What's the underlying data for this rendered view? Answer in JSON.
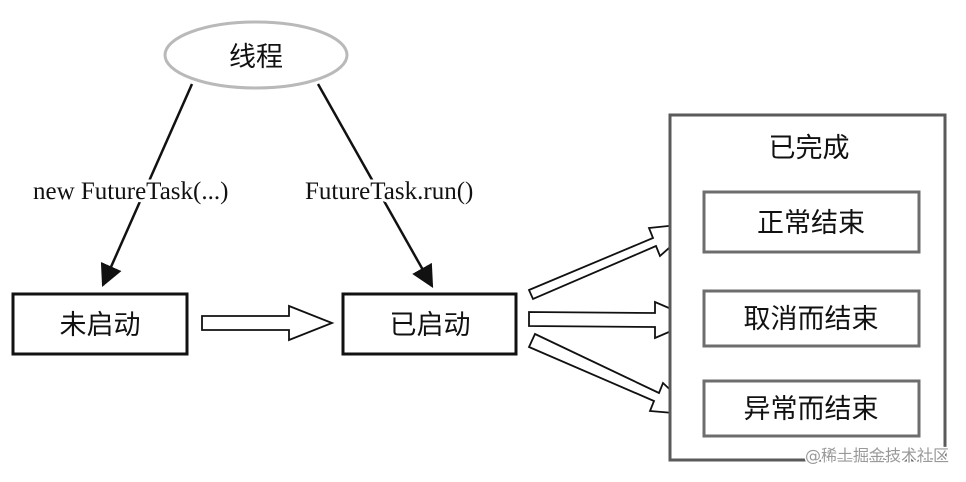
{
  "thread_label": "线程",
  "edge_labels": {
    "create": "new FutureTask(...)",
    "run": "FutureTask.run()"
  },
  "states": {
    "not_started": "未启动",
    "started": "已启动"
  },
  "completed_group": {
    "title": "已完成",
    "items": [
      "正常结束",
      "取消而结束",
      "异常而结束"
    ]
  },
  "watermark": "@稀土掘金技术社区",
  "colors": {
    "ellipse_stroke": "#b9b9b9",
    "box_stroke": "#111111",
    "inner_box_stroke": "#6d6d6d",
    "group_box_stroke": "#5a5a5a",
    "text": "#111111",
    "watermark": "#999999"
  }
}
